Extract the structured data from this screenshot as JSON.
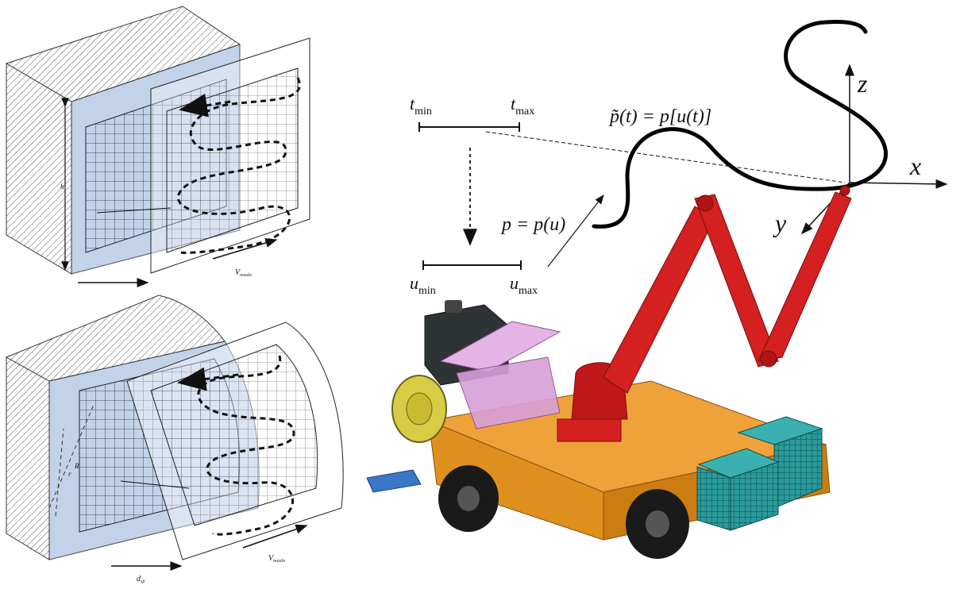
{
  "labels": {
    "h": "h",
    "v_nozzle_top": "V",
    "v_nozzle_top_sub": "nozzle",
    "v_nozzle_bottom": "V",
    "v_nozzle_bottom_sub": "nozzle",
    "d_sp": "d",
    "d_sp_sub": "sp",
    "r": "r",
    "r2": "R",
    "t": "t",
    "t_min_sub": "min",
    "t_max_sub": "max",
    "u": "u",
    "u_min_sub": "min",
    "u_max_sub": "max",
    "p_tilde_eq": "p̃(t) = p[u(t)]",
    "p_eq": "p = p(u)",
    "axis_z": "z",
    "axis_x": "x",
    "axis_y": "y"
  },
  "colors": {
    "grid_panel": "#b8cbe6",
    "boom_red": "#d42020",
    "chassis_orange": "#e0901e",
    "tank_teal": "#2a9a9a",
    "cab_dark": "#2e3436",
    "platform_pink": "#e4b4e6",
    "reel_yellow": "#d8cc44",
    "wheel_black": "#1a1a1a"
  }
}
